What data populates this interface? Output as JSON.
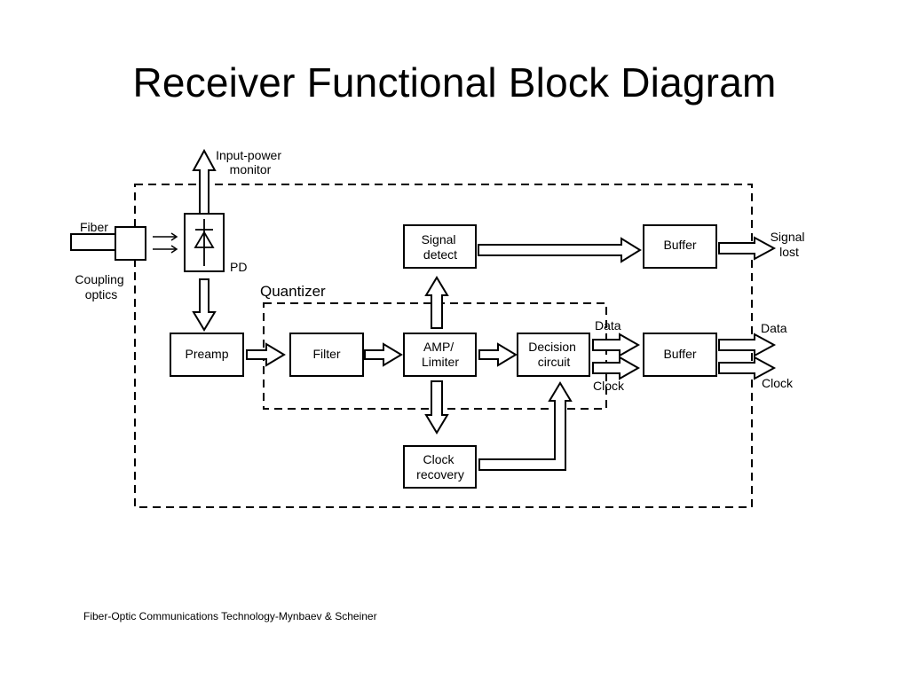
{
  "title": "Receiver Functional Block Diagram",
  "footer": "Fiber-Optic Communications Technology-Mynbaev & Scheiner",
  "diagram": {
    "external_labels": {
      "fiber": "Fiber",
      "coupling_optics": [
        "Coupling",
        "optics"
      ],
      "input_power_monitor": [
        "Input-power",
        "monitor"
      ],
      "pd": "PD",
      "quantizer": "Quantizer",
      "data_inner": "Data",
      "clock_inner": "Clock",
      "signal_lost": [
        "Signal",
        "lost"
      ],
      "data_out": "Data",
      "clock_out": "Clock"
    },
    "blocks": {
      "preamp": [
        "Preamp"
      ],
      "filter": [
        "Filter"
      ],
      "amp_limiter": [
        "AMP/",
        "Limiter"
      ],
      "decision_circuit": [
        "Decision",
        "circuit"
      ],
      "buffer_data": [
        "Buffer"
      ],
      "signal_detect": [
        "Signal",
        "detect"
      ],
      "buffer_signal": [
        "Buffer"
      ],
      "clock_recovery": [
        "Clock",
        "recovery"
      ]
    }
  }
}
